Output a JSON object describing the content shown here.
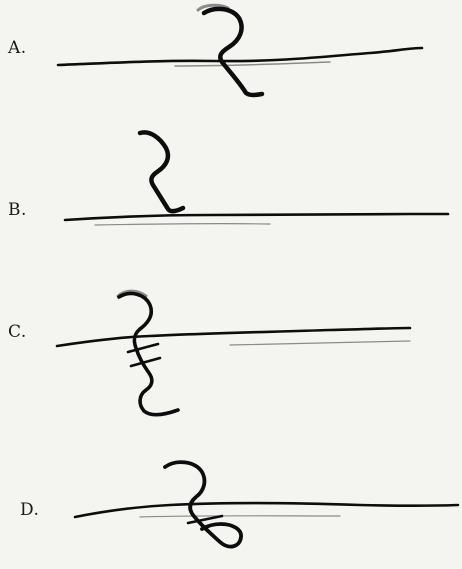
{
  "options": [
    {
      "label": "A."
    },
    {
      "label": "B."
    },
    {
      "label": "C."
    },
    {
      "label": "D."
    }
  ]
}
